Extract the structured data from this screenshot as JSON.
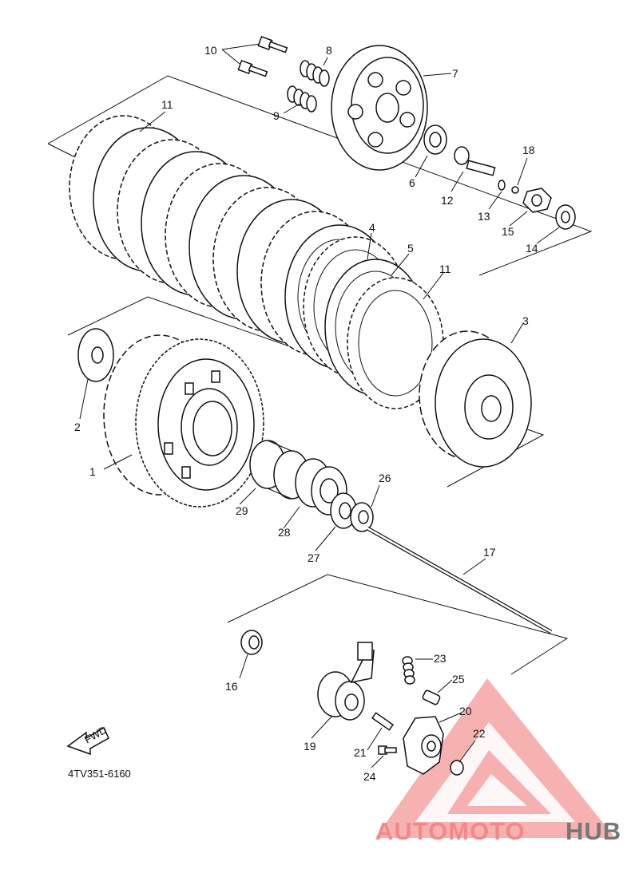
{
  "reference_code": "4TV351-6160",
  "fwd_label": "FWD",
  "watermark": {
    "part1": "AUTOMOTO",
    "part2": "HUB",
    "color_primary": "#f08a8a",
    "color_secondary": "#777777"
  },
  "callouts": [
    "1",
    "2",
    "3",
    "4",
    "5",
    "6",
    "7",
    "8",
    "9",
    "10",
    "11",
    "11",
    "12",
    "13",
    "14",
    "15",
    "16",
    "17",
    "18",
    "19",
    "20",
    "21",
    "22",
    "23",
    "24",
    "25",
    "26",
    "27",
    "28",
    "29"
  ]
}
